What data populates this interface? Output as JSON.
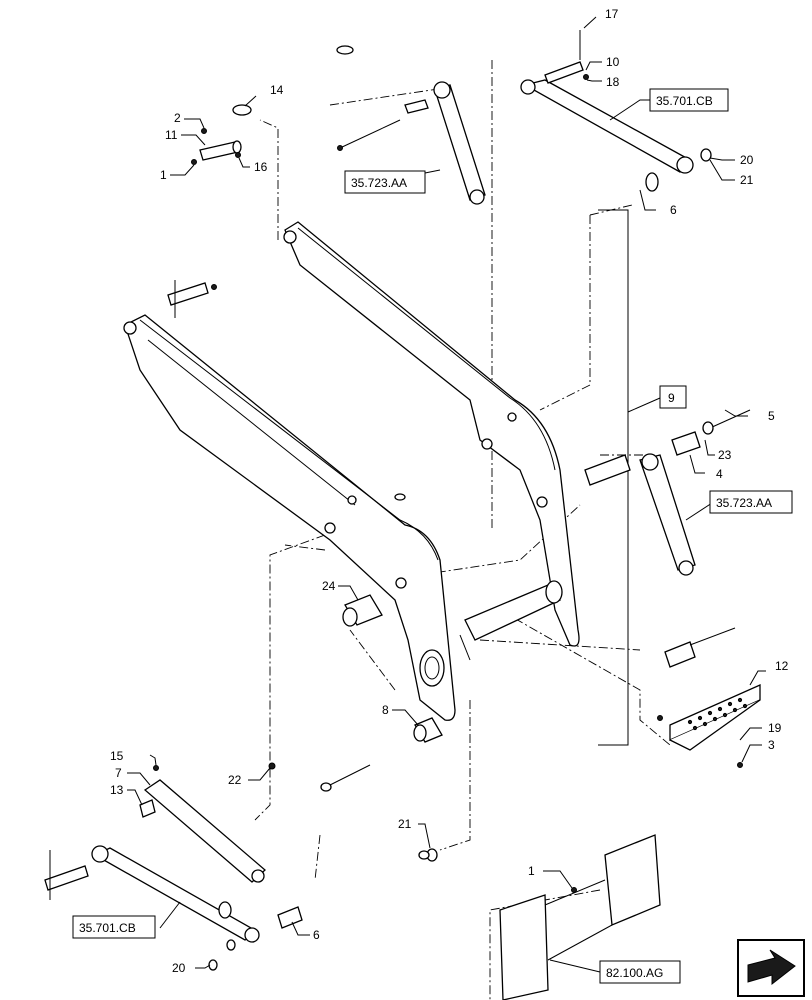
{
  "callouts": {
    "n1": "1",
    "n1b": "1",
    "n2": "2",
    "n3": "3",
    "n4": "4",
    "n5": "5",
    "n6": "6",
    "n6b": "6",
    "n7": "7",
    "n8": "8",
    "n9": "9",
    "n10": "10",
    "n11": "11",
    "n12": "12",
    "n13": "13",
    "n14": "14",
    "n15": "15",
    "n16": "16",
    "n17": "17",
    "n18": "18",
    "n19": "19",
    "n20": "20",
    "n20b": "20",
    "n21": "21",
    "n21b": "21",
    "n22": "22",
    "n23": "23",
    "n24": "24"
  },
  "references": {
    "ref_top_cb": "35.701.CB",
    "ref_top_aa": "35.723.AA",
    "ref_right_aa": "35.723.AA",
    "ref_bottom_cb": "35.701.CB",
    "ref_bottom_ag": "82.100.AG"
  },
  "nav_icon": "next-page-arrow-icon"
}
